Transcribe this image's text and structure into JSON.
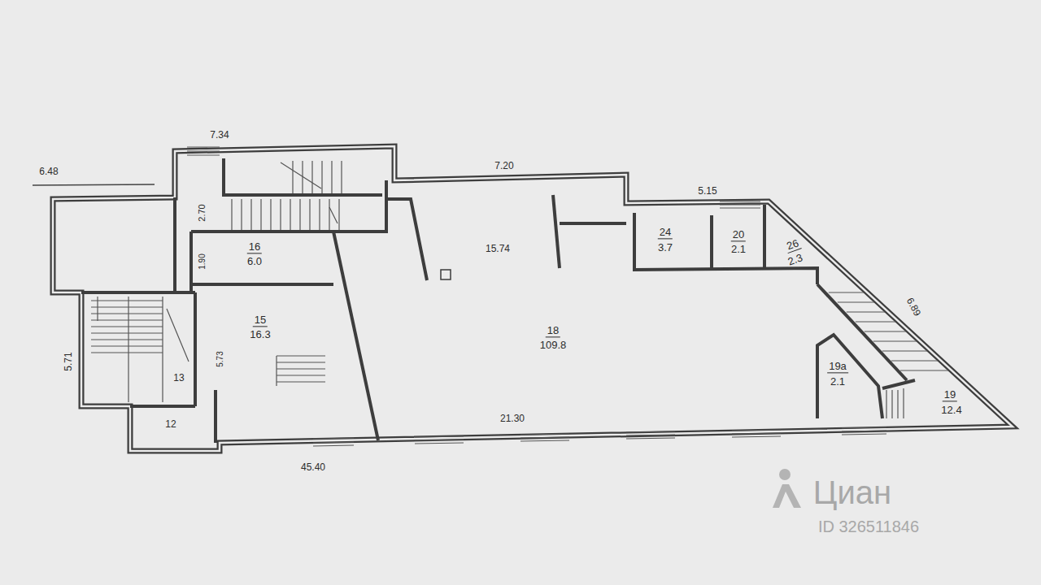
{
  "diagram": {
    "labels": [
      "7.34",
      "6.48",
      "7.20",
      "2.70",
      "5.15",
      "16",
      "6.0",
      "1.90",
      "15.74",
      "24",
      "3.7",
      "20",
      "2.1",
      "26",
      "2.3",
      "6.89",
      "18",
      "109.8",
      "15",
      "16.3",
      "19а",
      "2.1",
      "5.71",
      "13",
      "5.73",
      "12",
      "21.30",
      "19",
      "12.4",
      "45.40",
      "Циан",
      "ID 326511846"
    ]
  }
}
